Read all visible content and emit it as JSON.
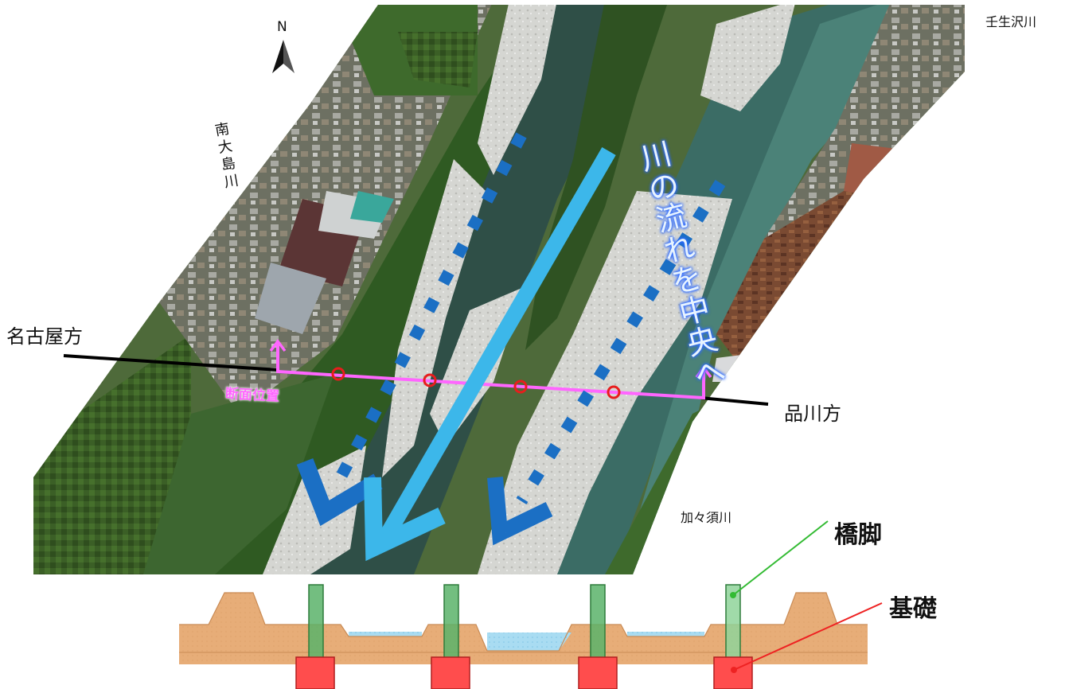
{
  "labels": {
    "north": "N",
    "nagoya_direction": "名古屋方",
    "shinagawa_direction": "品川方",
    "mibusawa_river": "壬生沢川",
    "kagasu_river": "加々須川",
    "minami_oshima_river": "南大島川",
    "section_position": "断面位置",
    "river_flow_note": "川の流れを中央へ",
    "pier": "橋脚",
    "foundation": "基礎"
  },
  "colors": {
    "flow_arrow_light": "#3cb7ea",
    "flow_arrow_dark": "#1b6fc4",
    "section_line": "#ff66ff",
    "pier_fill": "#5bb36a",
    "foundation_fill": "#ff4d4d",
    "embankment_fill": "#e7ad78",
    "water_fill": "#a9dcf2",
    "pier_callout": "#33bb33",
    "foundation_callout": "#ee2222"
  },
  "icons": {
    "north_arrow": "north-arrow-icon"
  }
}
